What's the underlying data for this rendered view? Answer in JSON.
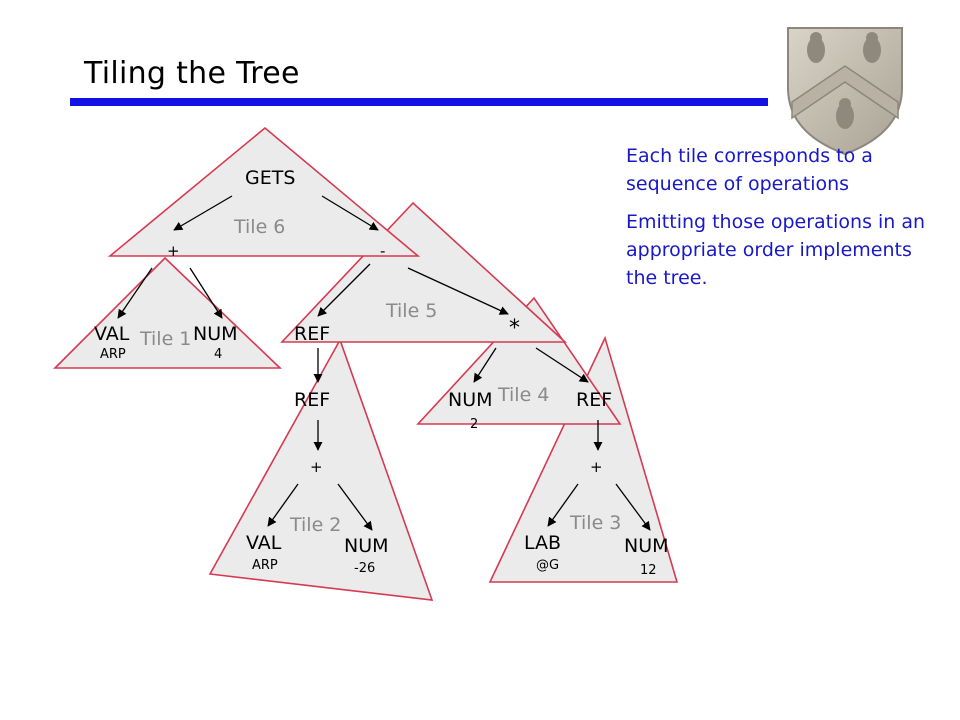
{
  "slide": {
    "title": "Tiling the Tree"
  },
  "notes": [
    "Each tile corresponds to a sequence of operations",
    "Emitting those operations in an appropriate order implements the tree."
  ],
  "tree": {
    "gets": "GETS",
    "plus_top": "+",
    "minus": "-",
    "val_top": "VAL",
    "val_top_sub": "ARP",
    "num_top": "NUM",
    "num_top_sub": "4",
    "ref_a": "REF",
    "mult": "*",
    "ref_b": "REF",
    "plus_mid": "+",
    "val_mid": "VAL",
    "val_mid_sub": "ARP",
    "num_mid": "NUM",
    "num_mid_sub": "-26",
    "num_two": "NUM",
    "num_two_sub": "2",
    "ref_c": "REF",
    "plus_right": "+",
    "lab": "LAB",
    "lab_sub": "@G",
    "num_right": "NUM",
    "num_right_sub": "12"
  },
  "tiles": {
    "tile1": "Tile 1",
    "tile2": "Tile 2",
    "tile3": "Tile 3",
    "tile4": "Tile 4",
    "tile5": "Tile 5",
    "tile6": "Tile 6"
  },
  "colors": {
    "title_rule": "#1212e6",
    "notes_text": "#1818c8",
    "tile_fill": "#ebebeb",
    "tile_border": "#d53a52",
    "tile_label": "#8a8a8a"
  },
  "crest": {
    "icon": "owl-crest-icon"
  }
}
